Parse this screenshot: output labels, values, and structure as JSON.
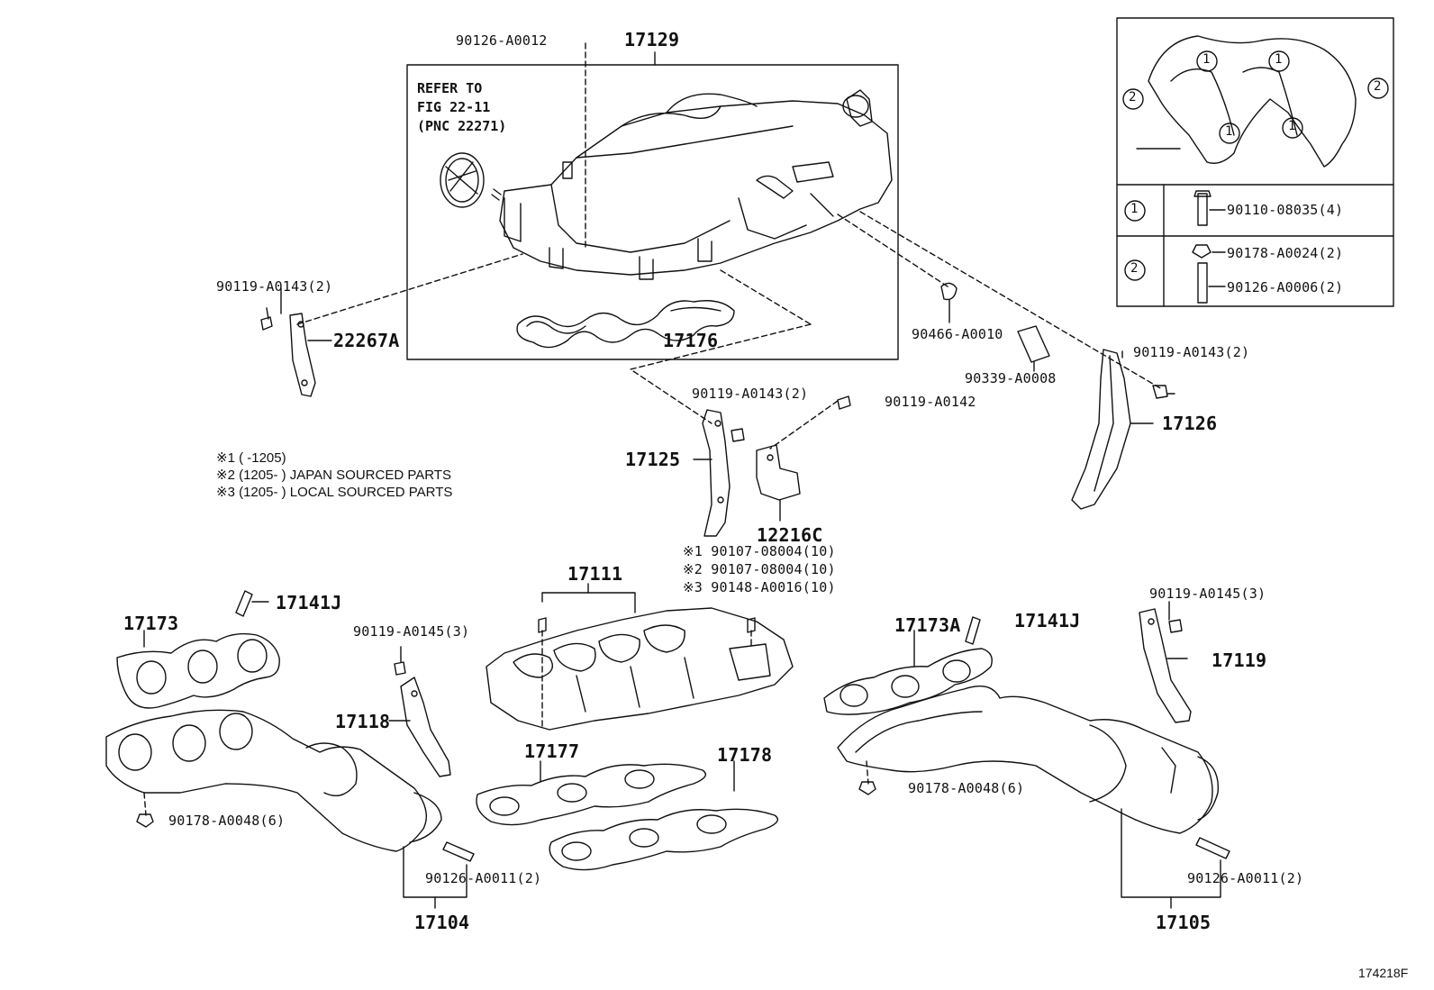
{
  "callouts": {
    "p90126_a0012": "90126-A0012",
    "p17129": "17129",
    "refer_line1": "REFER TO",
    "refer_line2": "FIG 22-11",
    "refer_line3": "(PNC 22271)",
    "p90119_a0143_left": "90119-A0143(2)",
    "p22267a": "22267A",
    "p17176": "17176",
    "p90466_a0010": "90466-A0010",
    "p90339_a0008": "90339-A0008",
    "p90119_a0143_right": "90119-A0143(2)",
    "p17126": "17126",
    "p90119_a0143_mid": "90119-A0143(2)",
    "p90119_a0142": "90119-A0142",
    "p17125": "17125",
    "p12216c": "12216C",
    "bolt_note_1": "※1 90107-08004(10)",
    "bolt_note_2": "※2 90107-08004(10)",
    "bolt_note_3": "※3 90148-A0016(10)",
    "p17111": "17111",
    "p17141j_left": "17141J",
    "p17173": "17173",
    "p90119_a0145_left": "90119-A0145(3)",
    "p17118": "17118",
    "p17177": "17177",
    "p17178": "17178",
    "p90178_a0048_left": "90178-A0048(6)",
    "p90126_a0011_left": "90126-A0011(2)",
    "p17104": "17104",
    "p17173a": "17173A",
    "p17141j_right": "17141J",
    "p90119_a0145_right": "90119-A0145(3)",
    "p17119": "17119",
    "p90178_a0048_right": "90178-A0048(6)",
    "p90126_a0011_right": "90126-A0011(2)",
    "p17105": "17105"
  },
  "notes": {
    "note1": "※1 (          -1205)",
    "note2": "※2 (1205-          ) JAPAN SOURCED PARTS",
    "note3": "※3 (1205-          ) LOCAL SOURCED PARTS"
  },
  "inset": {
    "row1_marker": "1",
    "row1_part": "90110-08035(4)",
    "row2_marker": "2",
    "row2_part_a": "90178-A0024(2)",
    "row2_part_b": "90126-A0006(2)",
    "fig_marker_1": "1",
    "fig_marker_2": "2"
  },
  "figure_code": "174218F"
}
